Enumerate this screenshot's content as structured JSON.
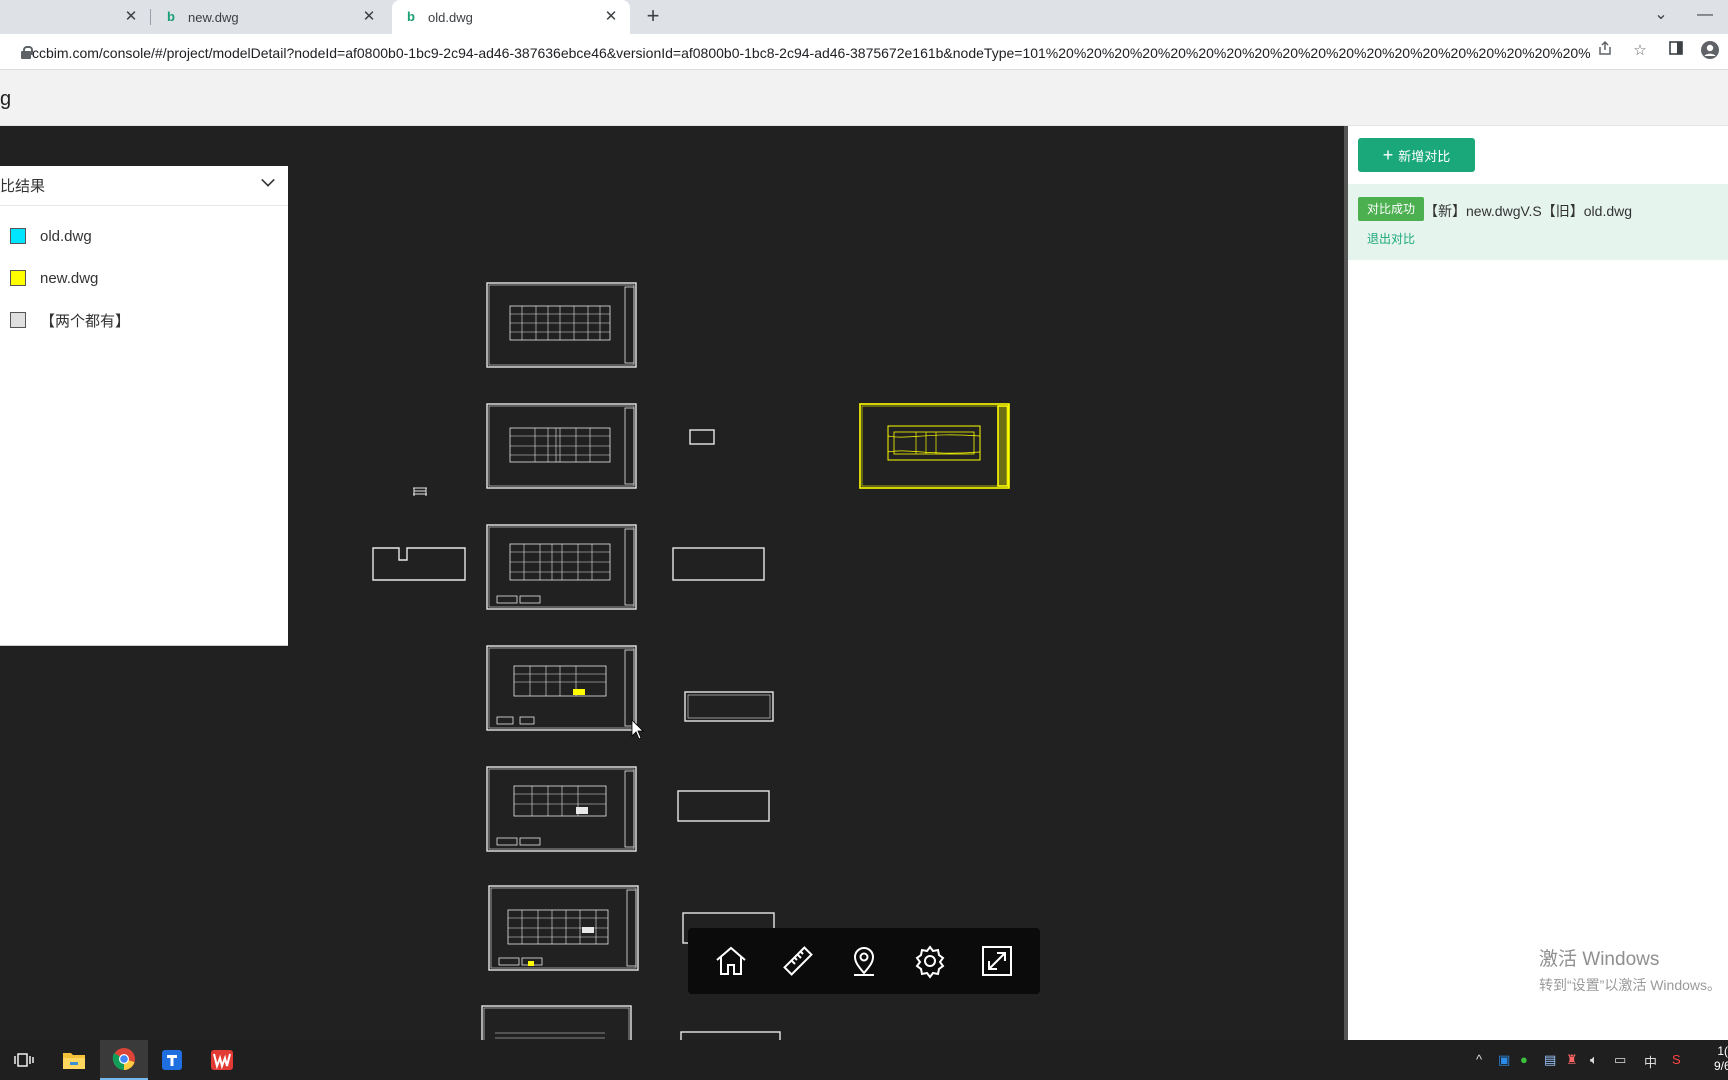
{
  "browser": {
    "tabs": [
      {
        "label": "",
        "active": false
      },
      {
        "label": "new.dwg",
        "active": false
      },
      {
        "label": "old.dwg",
        "active": true
      }
    ],
    "url": "ccbim.com/console/#/project/modelDetail?nodeId=af0800b0-1bc9-2c94-ad46-387636ebce46&versionId=af0800b0-1bc8-2c94-ad46-3875672e161b&nodeType=101%20%20%20%20%20%20%20%20%20%20%20%20%20%20%20%20%20%20%20%..."
  },
  "app": {
    "title": "g"
  },
  "legend": {
    "title": "比结果",
    "items": [
      {
        "label": "old.dwg",
        "color": "#00e5ff"
      },
      {
        "label": "new.dwg",
        "color": "#ffff00"
      },
      {
        "label": "【两个都有】",
        "color": "#e0e0e0"
      }
    ]
  },
  "side": {
    "add_button": "新增对比",
    "result": {
      "badge": "对比成功",
      "text": "【新】new.dwgV.S【旧】old.dwg",
      "exit": "退出对比"
    }
  },
  "watermark": {
    "line1": "激活 Windows",
    "line2": "转到“设置”以激活 Windows。"
  },
  "toolbar_icons": [
    "home-icon",
    "ruler-icon",
    "location-pin-icon",
    "gear-icon",
    "fullscreen-icon"
  ],
  "taskbar": {
    "tray_ime": "中",
    "clock_time": "1(",
    "clock_date": "9/6"
  },
  "colors": {
    "accent": "#1aa87a",
    "success_badge": "#4caf50",
    "diff_yellow": "#ffff00"
  }
}
